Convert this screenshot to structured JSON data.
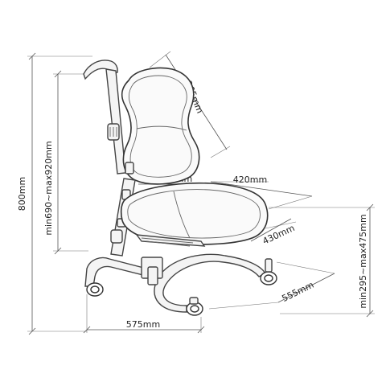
{
  "dimensions": {
    "overall_height": "800mm",
    "backrest_range": "min690~max920mm",
    "backrest_height": "365mm",
    "backrest_width": "365mm",
    "seat_width": "420mm",
    "seat_depth": "430mm",
    "seat_height_range": "min295~max475mm",
    "base_depth": "555mm",
    "base_width": "575mm"
  },
  "colors": {
    "line": "#555555",
    "text": "#222222"
  }
}
